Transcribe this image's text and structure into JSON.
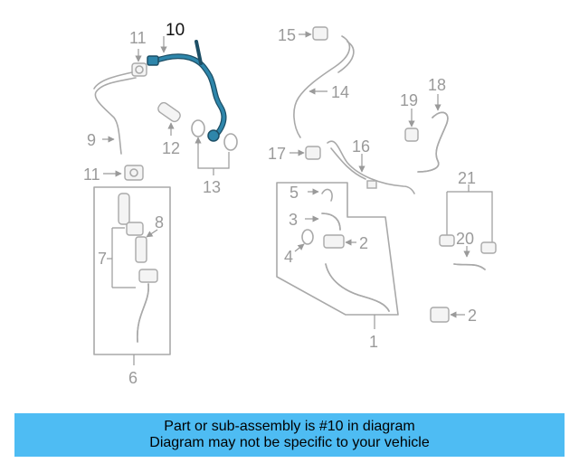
{
  "highlight_color": "#2e86ab",
  "caption_color": "#4ebcf3",
  "callouts": {
    "c10": "10",
    "c11a": "11",
    "c9": "9",
    "c11b": "11",
    "c12": "12",
    "c13": "13",
    "c8": "8",
    "c7": "7",
    "c6": "6",
    "c15": "15",
    "c14": "14",
    "c19": "19",
    "c18": "18",
    "c17": "17",
    "c16": "16",
    "c5": "5",
    "c3": "3",
    "c2a": "2",
    "c4": "4",
    "c1": "1",
    "c21": "21",
    "c20": "20",
    "c2b": "2"
  },
  "caption": {
    "line1": "Part or sub-assembly is #10 in diagram",
    "line2": "Diagram may not be specific to your vehicle"
  }
}
